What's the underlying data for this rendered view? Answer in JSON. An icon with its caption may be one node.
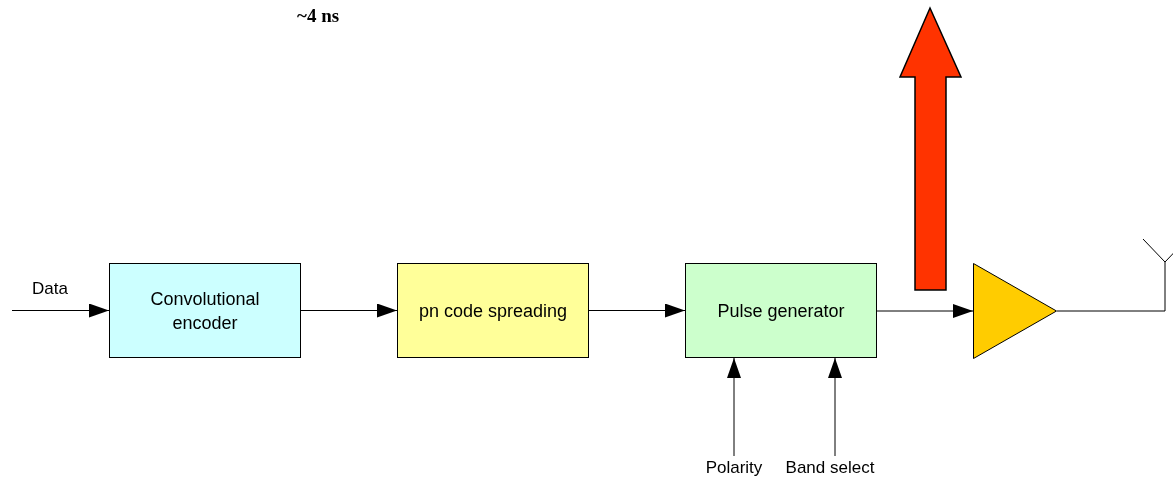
{
  "diagram": {
    "nodes": [
      {
        "text": [
          "Convolutional encoder"
        ]
      },
      {
        "text": [
          "pn code spreading"
        ]
      },
      {
        "text": [
          "Pulse generator"
        ]
      },
      {
        "text": [],
        "shape": "triangle"
      },
      {
        "text": [],
        "shape": "antenna"
      },
      {
        "text": [
          "Polarity"
        ]
      },
      {
        "text": [
          "Band select"
        ]
      }
    ],
    "edges": [
      {
        "from": null,
        "to": 0,
        "arrow": "to",
        "label": "Data"
      },
      {
        "from": 0,
        "to": 1,
        "arrow": "to"
      },
      {
        "from": 1,
        "to": 2,
        "arrow": "to"
      },
      {
        "from": 2,
        "to": 3,
        "arrow": "to"
      },
      {
        "from": 3,
        "to": 4,
        "arrow": "none"
      },
      {
        "from": 5,
        "to": 2,
        "arrow": "to"
      },
      {
        "from": 6,
        "to": 2,
        "arrow": "to"
      }
    ],
    "labels": [
      "~4 ns"
    ]
  }
}
